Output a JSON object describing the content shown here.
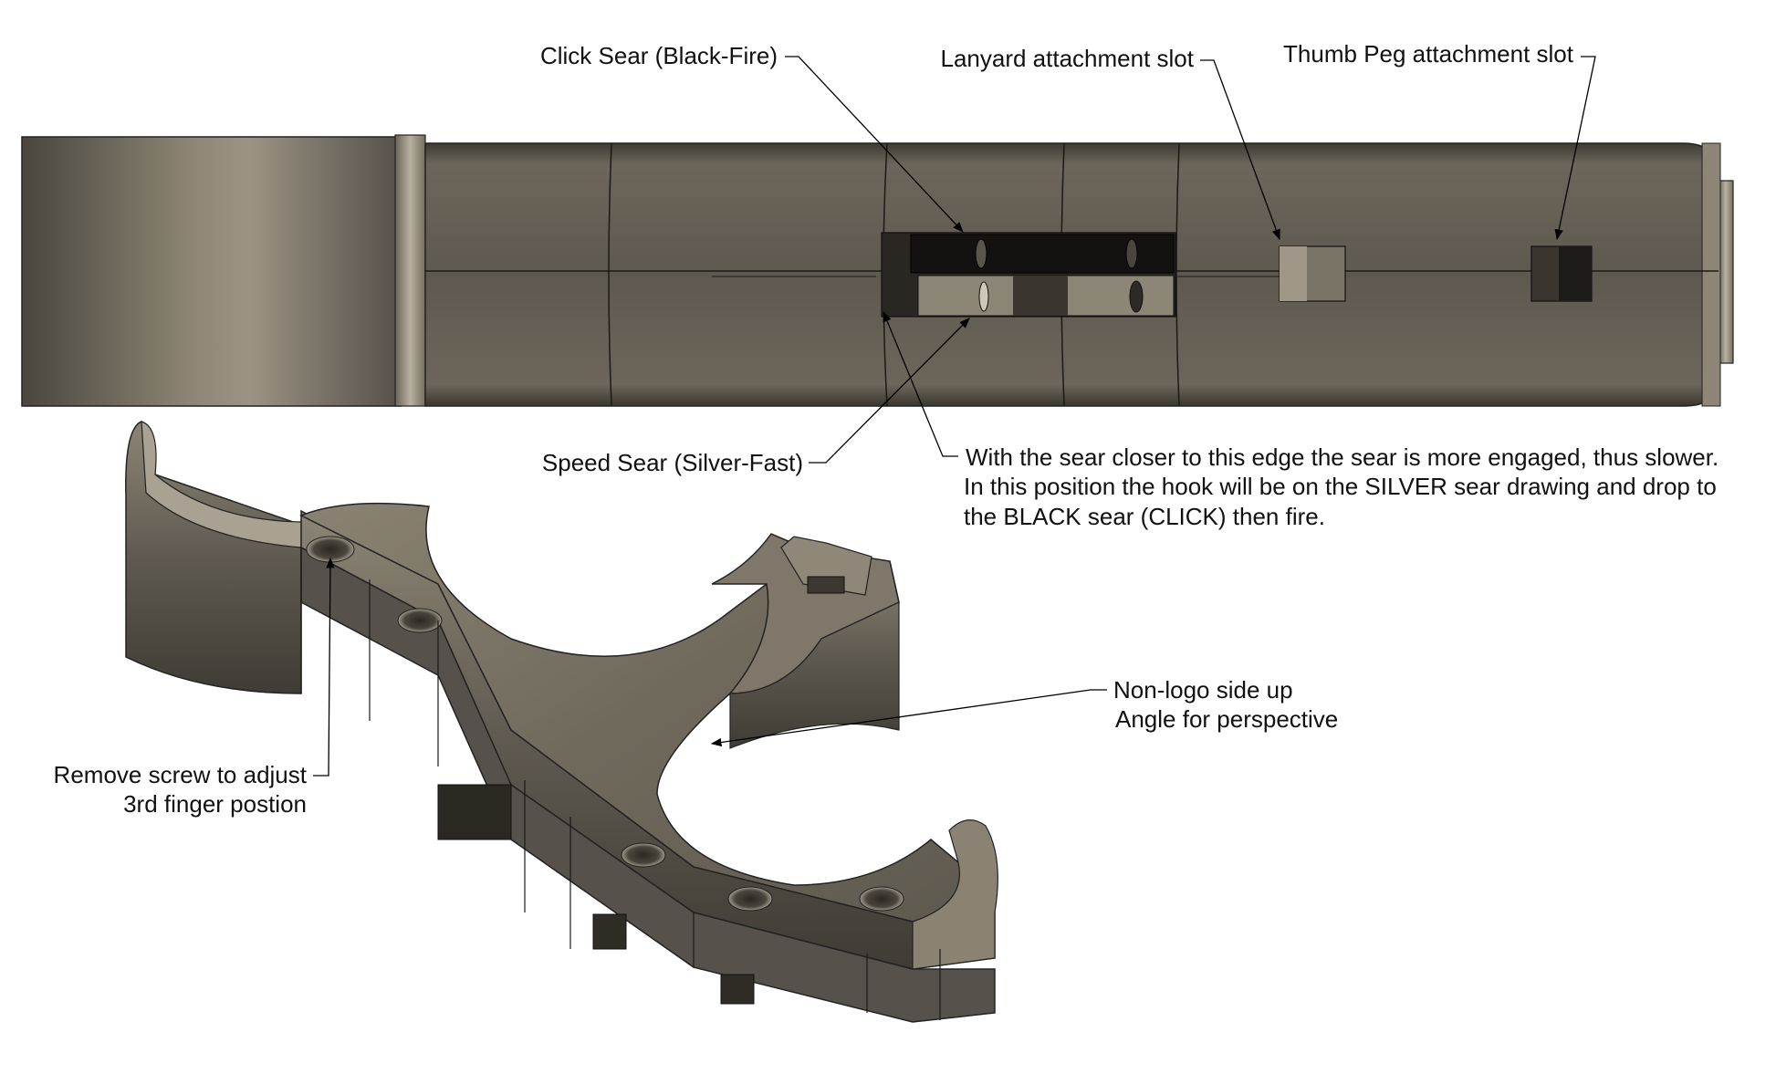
{
  "labels": {
    "click_sear": "Click Sear (Black-Fire)",
    "lanyard_slot": "Lanyard attachment slot",
    "thumb_peg_slot": "Thumb Peg attachment slot",
    "speed_sear": "Speed Sear (Silver-Fast)",
    "sear_note": [
      "With the sear closer to this edge the sear is more engaged, thus slower.",
      "In this position the hook will be on the SILVER sear drawing and drop to",
      "the BLACK sear (CLICK) then fire."
    ],
    "non_logo": [
      "Non-logo side up",
      "Angle for perspective"
    ],
    "remove_screw": [
      "Remove screw to adjust",
      "3rd finger postion"
    ]
  },
  "colors": {
    "metal_dark": "#4e4a41",
    "metal_mid": "#6f695d",
    "metal_light": "#9a9384",
    "metal_highlight": "#bdb6a6",
    "slot_dark": "#1a1815",
    "leader": "#000000"
  }
}
